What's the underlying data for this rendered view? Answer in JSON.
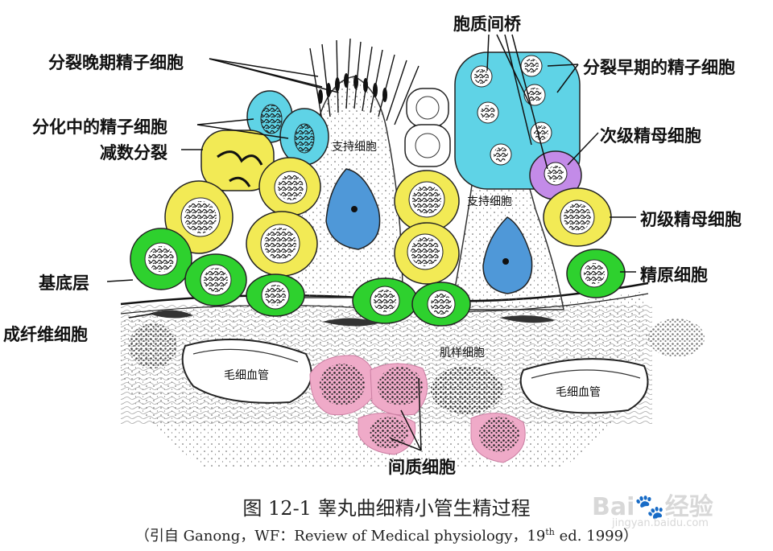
{
  "labels": {
    "late_division_spermatid": "分裂晚期精子细胞",
    "differentiating_spermatid": "分化中的精子细胞",
    "meiosis": "减数分裂",
    "basal_layer": "基底层",
    "fibroblast": "成纤维细胞",
    "cytoplasmic_bridge": "胞质间桥",
    "early_division_spermatid": "分裂早期的精子细胞",
    "secondary_spermatocyte": "次级精母细胞",
    "primary_spermatocyte": "初级精母细胞",
    "spermatogonium": "精原细胞",
    "interstitial_cell": "间质细胞",
    "sertoli_left": "支持细胞",
    "sertoli_right": "支持细胞",
    "myoid_cell": "肌样细胞",
    "capillary_left": "毛细血管",
    "capillary_right": "毛细血管"
  },
  "caption": {
    "title": "图 12-1    睾丸曲细精小管生精过程",
    "source_prefix": "（引自 Ganong，WF：Review of Medical physiology，19",
    "source_sup": "th",
    "source_suffix": " ed. 1999）"
  },
  "watermark": {
    "brand": "Bai",
    "brand_cn": "经验",
    "url": "jingyan.baidu.com"
  },
  "colors": {
    "spermatid_cyan": "#5fd3e6",
    "spermatocyte_yellow": "#f2ea55",
    "spermatogonium_green": "#2ed12e",
    "sertoli_nucleus_blue": "#4f98d8",
    "secondary_purple": "#c38be8",
    "interstitial_pink": "#efaac8"
  }
}
